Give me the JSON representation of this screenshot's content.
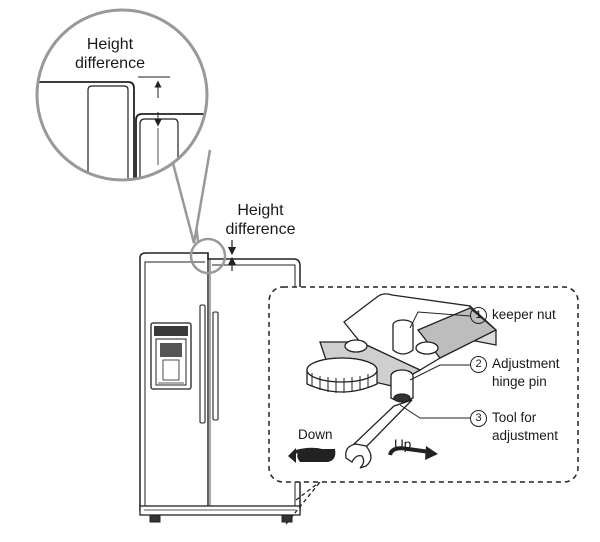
{
  "diagram": {
    "zoom_label": {
      "line1": "Height",
      "line2": "difference"
    },
    "main_label": {
      "line1": "Height",
      "line2": "difference"
    },
    "parts": [
      {
        "number": "1",
        "line1": "keeper nut",
        "line2": ""
      },
      {
        "number": "2",
        "line1": "Adjustment",
        "line2": "hinge pin"
      },
      {
        "number": "3",
        "line1": "Tool for",
        "line2": "adjustment"
      }
    ],
    "rotation": {
      "down": "Down",
      "up": "Up"
    }
  }
}
